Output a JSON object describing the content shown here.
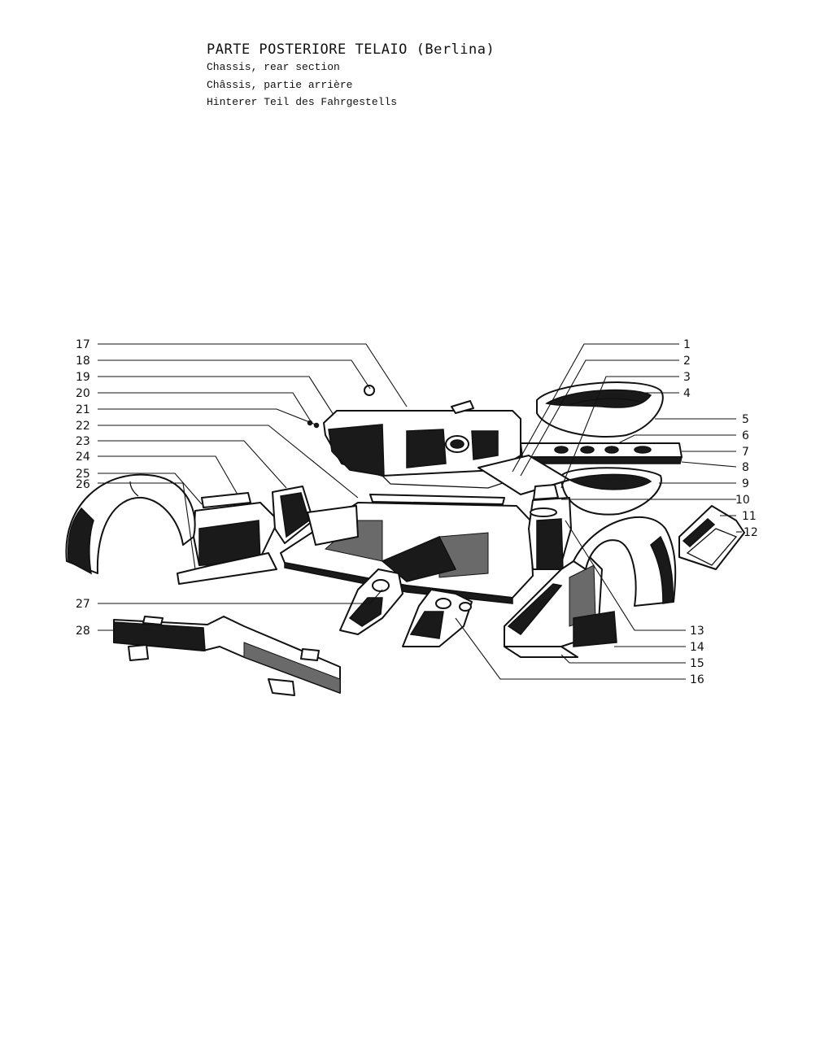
{
  "heading": {
    "title": "PARTE POSTERIORE TELAIO (Berlina)",
    "english": "Chassis, rear section",
    "french": "Châssis, partie arrière",
    "german": "Hinterer Teil des Fahrgestells"
  },
  "callouts": {
    "c1": "1",
    "c2": "2",
    "c3": "3",
    "c4": "4",
    "c5": "5",
    "c6": "6",
    "c7": "7",
    "c8": "8",
    "c9": "9",
    "c10": "10",
    "c11": "11",
    "c12": "12",
    "c13": "13",
    "c14": "14",
    "c15": "15",
    "c16": "16",
    "c17": "17",
    "c18": "18",
    "c19": "19",
    "c20": "20",
    "c21": "21",
    "c22": "22",
    "c23": "23",
    "c24": "24",
    "c25": "25",
    "c26": "26",
    "c27": "27",
    "c28": "28"
  }
}
